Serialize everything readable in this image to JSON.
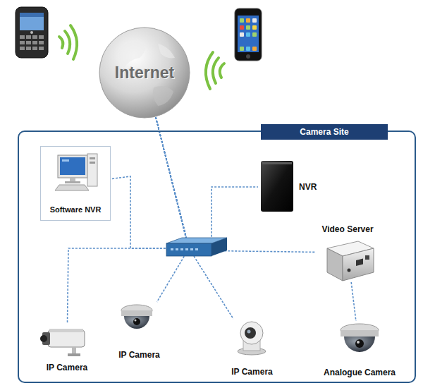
{
  "diagram": {
    "nodes": [
      {
        "text": [
          "Internet"
        ]
      },
      {
        "text": [
          "Camera Site"
        ]
      },
      {
        "text": [
          "Software NVR"
        ],
        "in": 1
      },
      {
        "text": [
          "NVR"
        ],
        "in": 1
      },
      {
        "text": [
          "Video Server"
        ],
        "in": 1
      },
      {
        "text": [
          "IP Camera"
        ],
        "in": 1
      },
      {
        "text": [
          "IP Camera"
        ],
        "in": 1
      },
      {
        "text": [
          "IP Camera"
        ],
        "in": 1
      },
      {
        "text": [
          "Analogue Camera"
        ],
        "in": 1
      }
    ],
    "edges": [
      {
        "from": 0,
        "to": 2,
        "arrow": "none"
      },
      {
        "from": 0,
        "to": 3,
        "arrow": "none"
      },
      {
        "from": 0,
        "to": 4,
        "arrow": "none"
      },
      {
        "from": 0,
        "to": 5,
        "arrow": "none"
      },
      {
        "from": 0,
        "to": 6,
        "arrow": "none"
      },
      {
        "from": 0,
        "to": 7,
        "arrow": "none"
      },
      {
        "from": 4,
        "to": 8,
        "arrow": "none"
      }
    ]
  }
}
